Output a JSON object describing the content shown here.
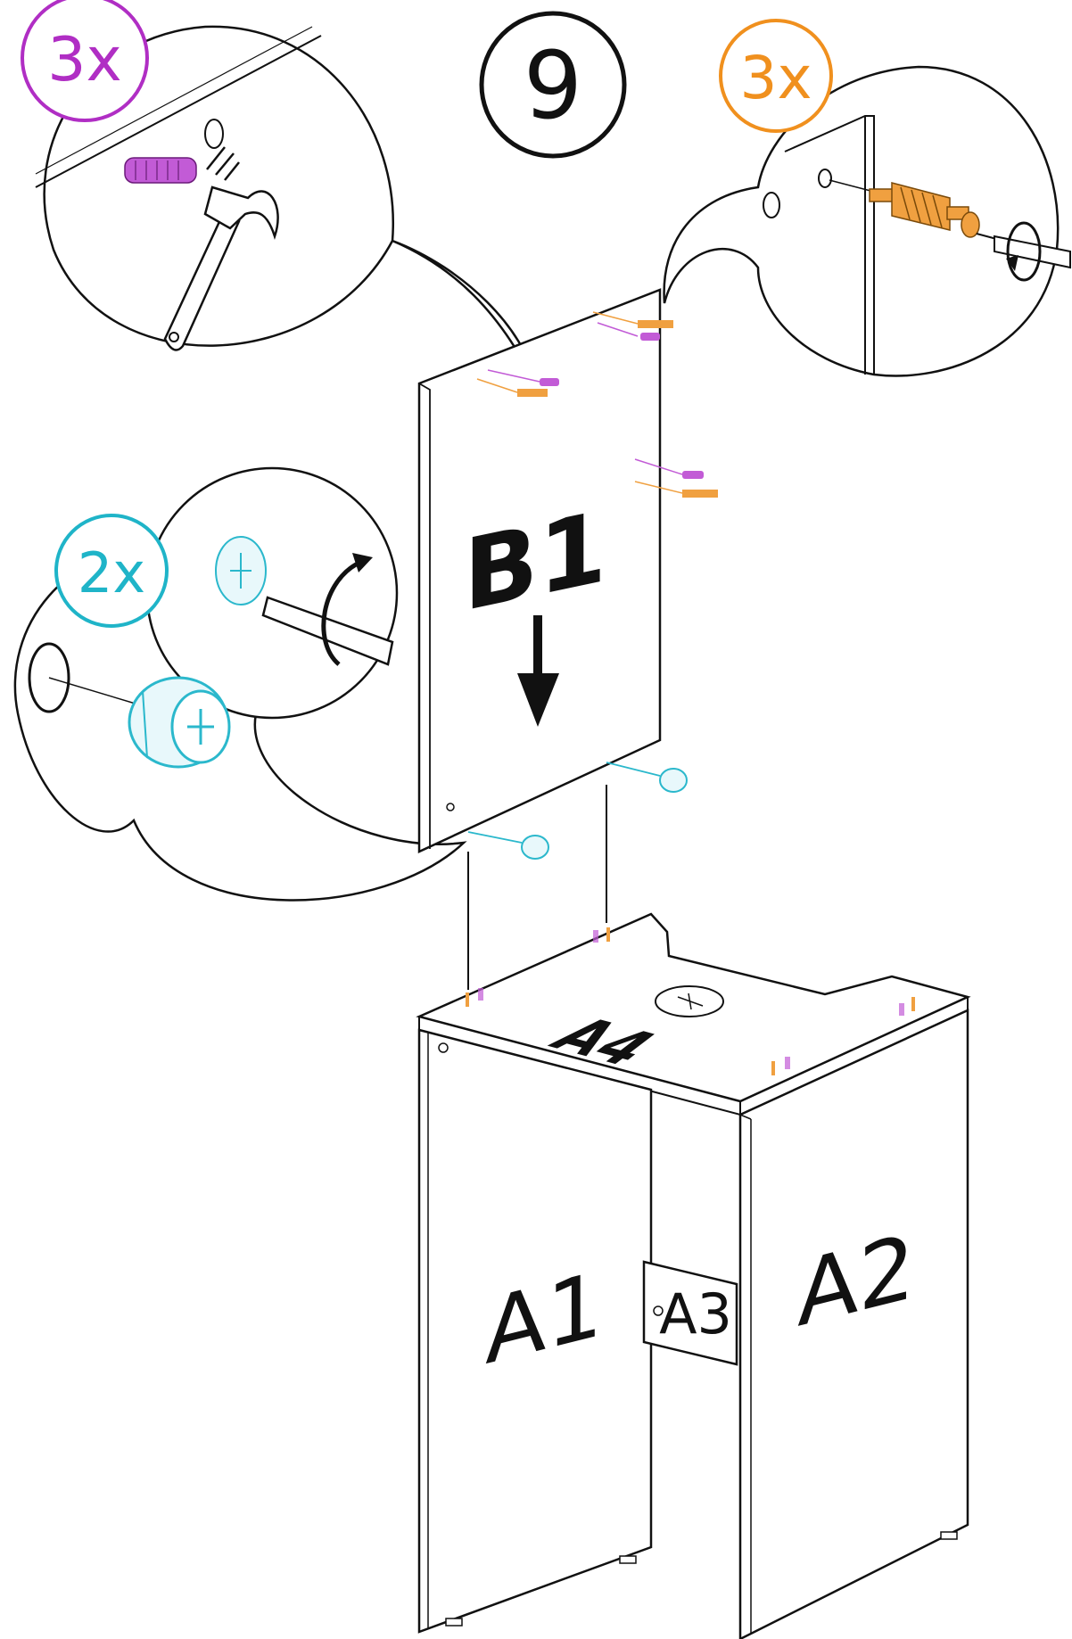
{
  "step": {
    "number": "9"
  },
  "callouts": {
    "dowel": {
      "qty": "3x",
      "color": "#b02ec4"
    },
    "bolt": {
      "qty": "3x",
      "color": "#f0901e"
    },
    "cam": {
      "qty": "2x",
      "color": "#1fb4c8"
    }
  },
  "panels": {
    "b1": "B1",
    "a1": "A1",
    "a2": "A2",
    "a3": "A3",
    "a4": "A4"
  },
  "colors": {
    "line": "#111111",
    "dowel": "#c25bd6",
    "bolt": "#f0a040",
    "cam": "#2bb8cc",
    "badge_black": "#111111"
  },
  "icons": [
    "hammer-icon",
    "screwdriver-icon",
    "rotate-arrow-icon",
    "down-arrow-icon",
    "cam-lock-icon",
    "dowel-icon",
    "bolt-icon"
  ]
}
